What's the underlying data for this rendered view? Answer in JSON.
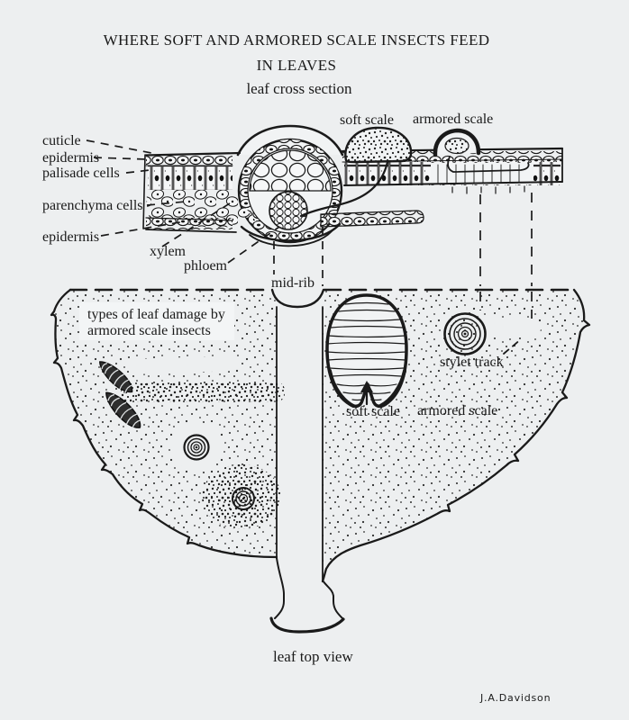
{
  "title": {
    "line1": "WHERE SOFT AND ARMORED SCALE INSECTS FEED",
    "line2": "IN LEAVES"
  },
  "cross_section": {
    "caption": "leaf cross section",
    "labels": {
      "cuticle": "cuticle",
      "epidermis_upper": "epidermis",
      "palisade_cells": "palisade cells",
      "parenchyma_cells": "parenchyma cells",
      "epidermis_lower": "epidermis",
      "xylem": "xylem",
      "phloem": "phloem",
      "midrib": "mid-rib",
      "soft_scale": "soft scale",
      "armored_scale": "armored scale"
    }
  },
  "top_view": {
    "caption": "leaf top view",
    "damage_note": {
      "line1": "types of leaf damage by",
      "line2": "armored scale insects"
    },
    "labels": {
      "soft_scale": "soft scale",
      "armored_scale": "armored scale",
      "stylet_track": "stylet track"
    }
  },
  "signature": "J.A.Davidson",
  "colors": {
    "paper": "#edeff0",
    "ink": "#1a1a1a"
  }
}
